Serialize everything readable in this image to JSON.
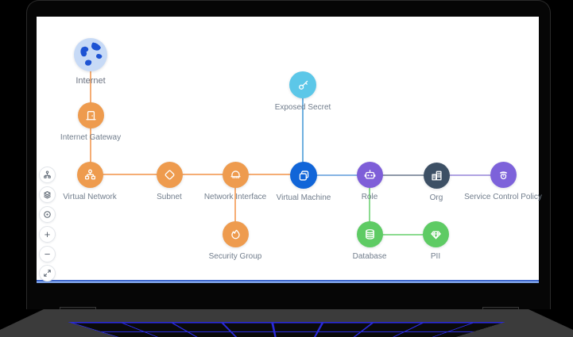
{
  "scene": {
    "device": "laptop-mockup",
    "keyboard_glow_color": "#2a2ad6",
    "canvas_bg": "#ffffff",
    "bottom_bar_color": "#7da2e6",
    "label_color": "#717d8c"
  },
  "toolbar": {
    "buttons": [
      {
        "name": "graph-layout",
        "icon": "sitemap-icon",
        "glyph": ""
      },
      {
        "name": "layers",
        "icon": "layers-icon",
        "glyph": ""
      },
      {
        "name": "center-view",
        "icon": "target-icon",
        "glyph": ""
      },
      {
        "name": "zoom-in",
        "icon": "plus-icon",
        "glyph": "+"
      },
      {
        "name": "zoom-out",
        "icon": "minus-icon",
        "glyph": "−"
      },
      {
        "name": "fullscreen",
        "icon": "expand-icon",
        "glyph": ""
      }
    ]
  },
  "diagram": {
    "nodes": [
      {
        "id": "internet",
        "label": "Internet",
        "color": "#c7daf6",
        "accent": "#1d53d3",
        "icon": "globe-icon"
      },
      {
        "id": "internet-gateway",
        "label": "Internet Gateway",
        "color": "#ee9b4e",
        "icon": "door-icon"
      },
      {
        "id": "virtual-network",
        "label": "Virtual Network",
        "color": "#ee9b4e",
        "icon": "sitemap-icon"
      },
      {
        "id": "subnet",
        "label": "Subnet",
        "color": "#ee9b4e",
        "icon": "diamond-icon"
      },
      {
        "id": "network-interface",
        "label": "Network Interface",
        "color": "#ee9b4e",
        "icon": "nic-icon"
      },
      {
        "id": "virtual-machine",
        "label": "Virtual Machine",
        "color": "#1165d8",
        "icon": "copy-icon"
      },
      {
        "id": "exposed-secret",
        "label": "Exposed Secret",
        "color": "#5cc7e8",
        "icon": "key-icon"
      },
      {
        "id": "role",
        "label": "Role",
        "color": "#7e5ed8",
        "icon": "robot-icon"
      },
      {
        "id": "org",
        "label": "Org",
        "color": "#3d5065",
        "icon": "buildings-icon"
      },
      {
        "id": "service-control-policy",
        "label": "Service Control Policy",
        "color": "#7d62da",
        "icon": "police-icon"
      },
      {
        "id": "security-group",
        "label": "Security Group",
        "color": "#ee9b4e",
        "icon": "flame-icon"
      },
      {
        "id": "database",
        "label": "Database",
        "color": "#5ecb64",
        "icon": "database-icon"
      },
      {
        "id": "pii",
        "label": "PII",
        "color": "#5ecb64",
        "icon": "gem-icon"
      }
    ],
    "edges": [
      {
        "from": "internet",
        "to": "internet-gateway",
        "color": "#f5ad74"
      },
      {
        "from": "internet-gateway",
        "to": "virtual-network",
        "color": "#f5ad74"
      },
      {
        "from": "virtual-network",
        "to": "subnet",
        "color": "#f5ad74"
      },
      {
        "from": "subnet",
        "to": "network-interface",
        "color": "#f5ad74"
      },
      {
        "from": "network-interface",
        "to": "virtual-machine",
        "color": "#f5ad74"
      },
      {
        "from": "network-interface",
        "to": "security-group",
        "color": "#f5ad74"
      },
      {
        "from": "exposed-secret",
        "to": "virtual-machine",
        "color": "#6fb0e0"
      },
      {
        "from": "virtual-machine",
        "to": "role",
        "color": "#85b4e4"
      },
      {
        "from": "role",
        "to": "org",
        "color": "#8e98a8"
      },
      {
        "from": "org",
        "to": "service-control-policy",
        "color": "#b0a3e2"
      },
      {
        "from": "role",
        "to": "database",
        "color": "#8cdb90"
      },
      {
        "from": "database",
        "to": "pii",
        "color": "#8cdb90"
      }
    ]
  }
}
